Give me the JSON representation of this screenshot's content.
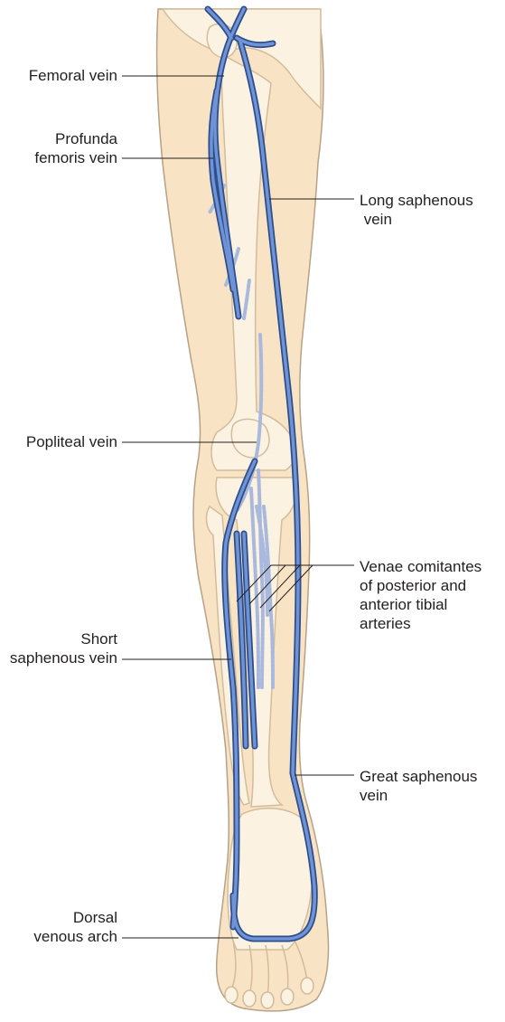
{
  "labels": {
    "femoral_vein": "Femoral vein",
    "profunda_femoris_vein": "Profunda\nfemoris vein",
    "long_saphenous_vein": "Long saphenous\n vein",
    "popliteal_vein": "Popliteal vein",
    "venae_comitantes": "Venae comitantes\nof posterior and\nanterior tibial\narteries",
    "short_saphenous_vein": "Short\nsaphenous vein",
    "great_saphenous_vein": "Great saphenous\nvein",
    "dorsal_venous_arch": "Dorsal\nvenous arch"
  },
  "colors": {
    "skin": "#f8e3c4",
    "skin_outline": "#b7a187",
    "bone": "#fcf2e1",
    "bone_outline": "#d2bc9c",
    "vein": "#4a6fb3",
    "vein_light": "#a9b8dd",
    "leader_line": "#231f20"
  }
}
